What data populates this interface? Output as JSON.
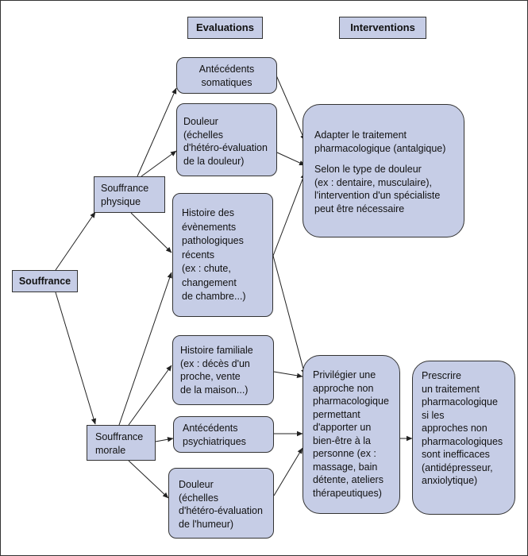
{
  "headers": {
    "evaluations": "Evaluations",
    "interventions": "Interventions"
  },
  "nodes": {
    "souffrance": "Souffrance",
    "souffrance_physique": [
      "Souffrance",
      "physique"
    ],
    "souffrance_morale": [
      "Souffrance",
      "morale"
    ],
    "antecedents_somatiques": [
      "Antécédents",
      "somatiques"
    ],
    "douleur_physique": [
      "Douleur",
      "(échelles",
      "d'hétéro-évaluation",
      "de la douleur)"
    ],
    "histoire_evenements": [
      "Histoire des",
      "évènements",
      "pathologiques",
      "récents",
      "(ex : chute,",
      "changement",
      "de chambre...)"
    ],
    "histoire_familiale": [
      "Histoire familiale",
      "(ex : décès d'un",
      "proche, vente",
      "de la maison...)"
    ],
    "antecedents_psychiatriques": [
      "Antécédents",
      "psychiatriques"
    ],
    "douleur_humeur": [
      "Douleur",
      "(échelles",
      "d'hétéro-évaluation",
      "de l'humeur)"
    ],
    "adapter_traitement": {
      "para1": [
        "Adapter le traitement",
        "pharmacologique (antalgique)"
      ],
      "para2": [
        "Selon le type de douleur",
        "(ex : dentaire, musculaire),",
        "l'intervention d'un spécialiste",
        "peut être nécessaire"
      ]
    },
    "privilegier_approche": [
      "Privilégier une",
      "approche non",
      "pharmacologique",
      "permettant",
      "d'apporter un",
      "bien-être à la",
      "personne (ex :",
      "massage, bain",
      "détente, ateliers",
      "thérapeutiques)"
    ],
    "prescrire_traitement": [
      "Prescrire",
      "un traitement",
      "pharmacologique",
      "si les",
      "approches non",
      "pharmacologiques",
      "sont inefficaces",
      "(antidépresseur,",
      "anxiolytique)"
    ]
  },
  "colors": {
    "box_fill": "#c6cde6",
    "box_border": "#333333",
    "arrow": "#222222"
  }
}
